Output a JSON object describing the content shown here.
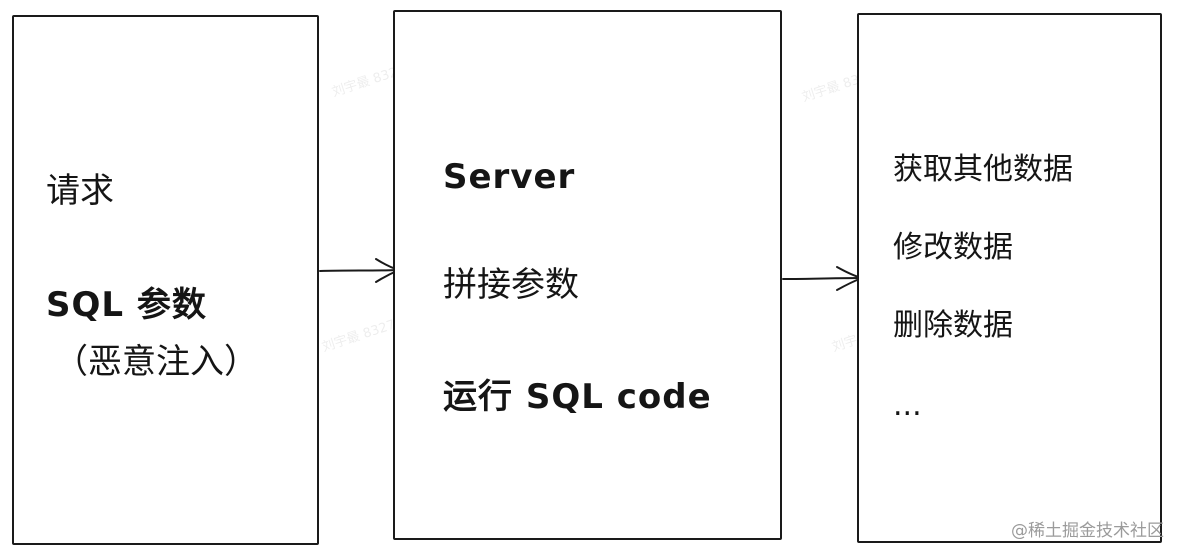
{
  "request_box": {
    "line1": "请求",
    "line2": "SQL 参数",
    "line3": "（恶意注入）"
  },
  "server_box": {
    "line1": "Server",
    "line2": "拼接参数",
    "line3": "运行 SQL code"
  },
  "result_box": {
    "line1": "获取其他数据",
    "line2": "修改数据",
    "line3": "删除数据",
    "line4": "..."
  },
  "watermark_text": "刘宇最 8327",
  "brand_text": "@稀土掘金技术社区"
}
